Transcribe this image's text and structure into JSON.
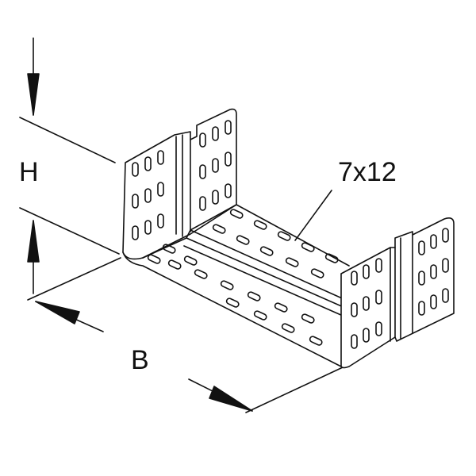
{
  "labels": {
    "height": "H",
    "width": "B",
    "slot_size": "7x12"
  },
  "colors": {
    "line": "#111111",
    "background": "#ffffff"
  }
}
